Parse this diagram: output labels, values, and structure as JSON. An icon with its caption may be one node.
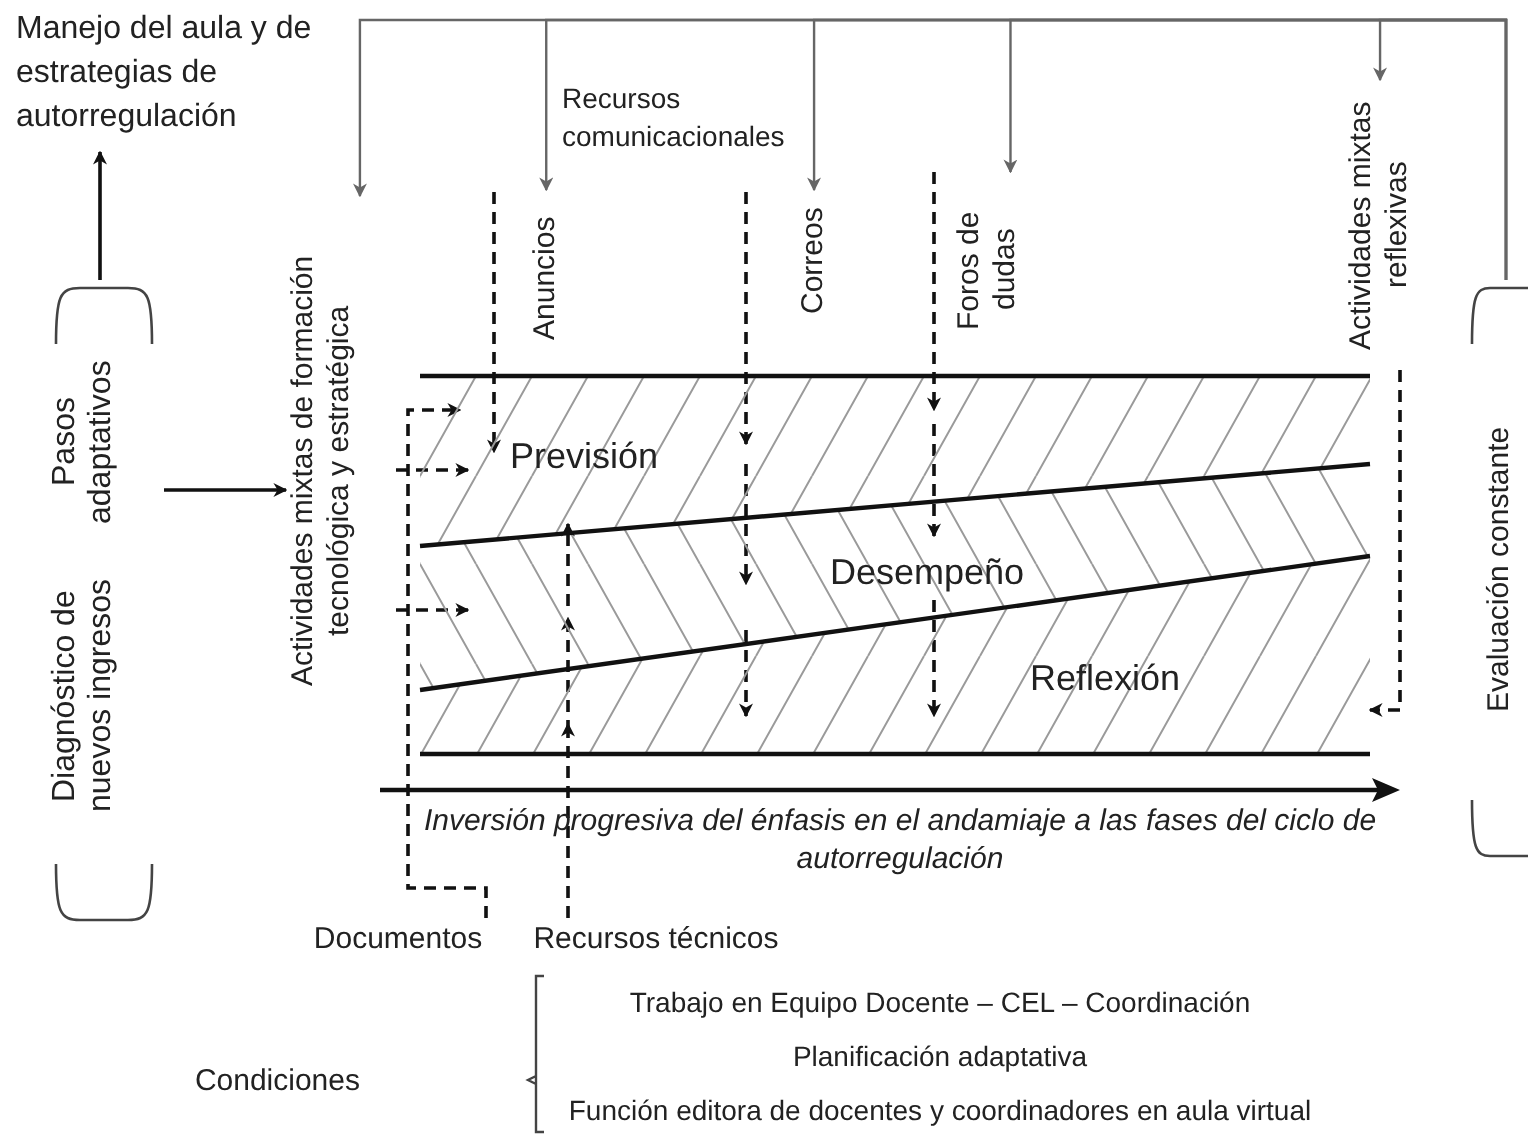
{
  "diagram": {
    "nodes": [
      {
        "text": [
          "Manejo del aula y de estrategias de autorregulación"
        ]
      },
      {
        "text": [
          "Evaluación constante"
        ]
      },
      {
        "text": [
          "Diagnóstico de nuevos ingresos",
          "Pasos adaptativos"
        ]
      },
      {
        "text": [
          "Actividades mixtas de formación tecnológica y estratégica"
        ]
      },
      {
        "text": [
          "Anuncios"
        ]
      },
      {
        "text": [
          "Correos"
        ]
      },
      {
        "text": [
          "Foros de dudas"
        ]
      },
      {
        "text": [
          "Actividades mixtas reflexivas"
        ]
      },
      {
        "text": [
          "Previsión"
        ]
      },
      {
        "text": [
          "Desempeño"
        ]
      },
      {
        "text": [
          "Reflexión"
        ]
      },
      {
        "text": [
          "Documentos"
        ]
      },
      {
        "text": [
          "Recursos técnicos"
        ]
      }
    ],
    "edges": [
      {
        "from": 2,
        "to": 0,
        "arrow": "to"
      },
      {
        "from": 1,
        "to": 3,
        "arrow": "to",
        "color": "#666666"
      },
      {
        "from": 1,
        "to": 4,
        "arrow": "to",
        "color": "#666666"
      },
      {
        "from": 1,
        "to": 5,
        "arrow": "to",
        "color": "#666666"
      },
      {
        "from": 1,
        "to": 6,
        "arrow": "to",
        "color": "#666666"
      },
      {
        "from": 1,
        "to": 7,
        "arrow": "to",
        "color": "#666666"
      },
      {
        "from": 2,
        "to": 3,
        "arrow": "to"
      },
      {
        "from": 3,
        "to": 8,
        "arrow": "to",
        "style": "dashed"
      },
      {
        "from": 3,
        "to": 9,
        "arrow": "to",
        "style": "dashed"
      },
      {
        "from": 4,
        "to": 8,
        "arrow": "to",
        "style": "dashed"
      },
      {
        "from": 5,
        "to": 8,
        "arrow": "to",
        "style": "dashed"
      },
      {
        "from": 8,
        "to": 9,
        "arrow": "to",
        "style": "dashed"
      },
      {
        "from": 9,
        "to": 10,
        "arrow": "to",
        "style": "dashed"
      },
      {
        "from": 6,
        "to": 8,
        "arrow": "to",
        "style": "dashed"
      },
      {
        "from": 8,
        "to": 9,
        "arrow": "to",
        "style": "dashed"
      },
      {
        "from": 9,
        "to": 10,
        "arrow": "to",
        "style": "dashed"
      },
      {
        "from": 7,
        "to": 10,
        "arrow": "to",
        "style": "dashed"
      },
      {
        "from": 11,
        "to": 8,
        "arrow": "to",
        "style": "dashed"
      },
      {
        "from": 12,
        "to": 10,
        "arrow": "to",
        "style": "dashed"
      },
      {
        "from": 10,
        "to": 9,
        "arrow": "to",
        "style": "dashed"
      },
      {
        "from": 9,
        "to": 8,
        "arrow": "to",
        "style": "dashed"
      }
    ],
    "labels": [
      "Recursos comunicacionales",
      "Inversión progresiva del énfasis en el andamiaje a las fases del ciclo de autorregulación",
      "Condiciones",
      "Trabajo en Equipo Docente – CEL – Coordinación",
      "Planificación adaptativa",
      "Función editora de docentes y coordinadores en aula virtual"
    ]
  }
}
